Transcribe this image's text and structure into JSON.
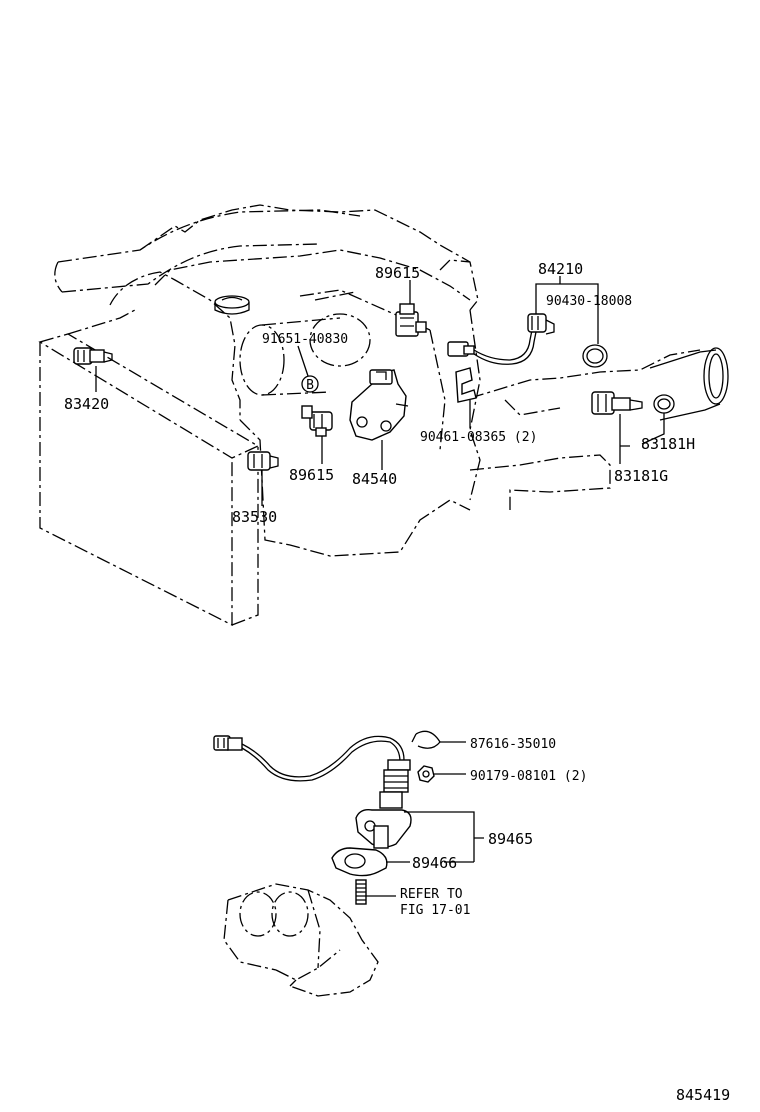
{
  "labels": {
    "p89615_top": "89615",
    "p84210": "84210",
    "p90430": "90430-18008",
    "p91651": "91651-40830",
    "p83420": "83420",
    "p90461": "90461-08365 (2)",
    "p83181H": "83181H",
    "p83181G": "83181G",
    "p89615_low": "89615",
    "p84540": "84540",
    "p83530": "83530",
    "p87616": "87616-35010",
    "p90179": "90179-08101 (2)",
    "p89465": "89465",
    "p89466": "89466",
    "refer_line1": "REFER TO",
    "refer_line2": "FIG 17-01",
    "callout_b": "B",
    "figure_number": "845419"
  }
}
